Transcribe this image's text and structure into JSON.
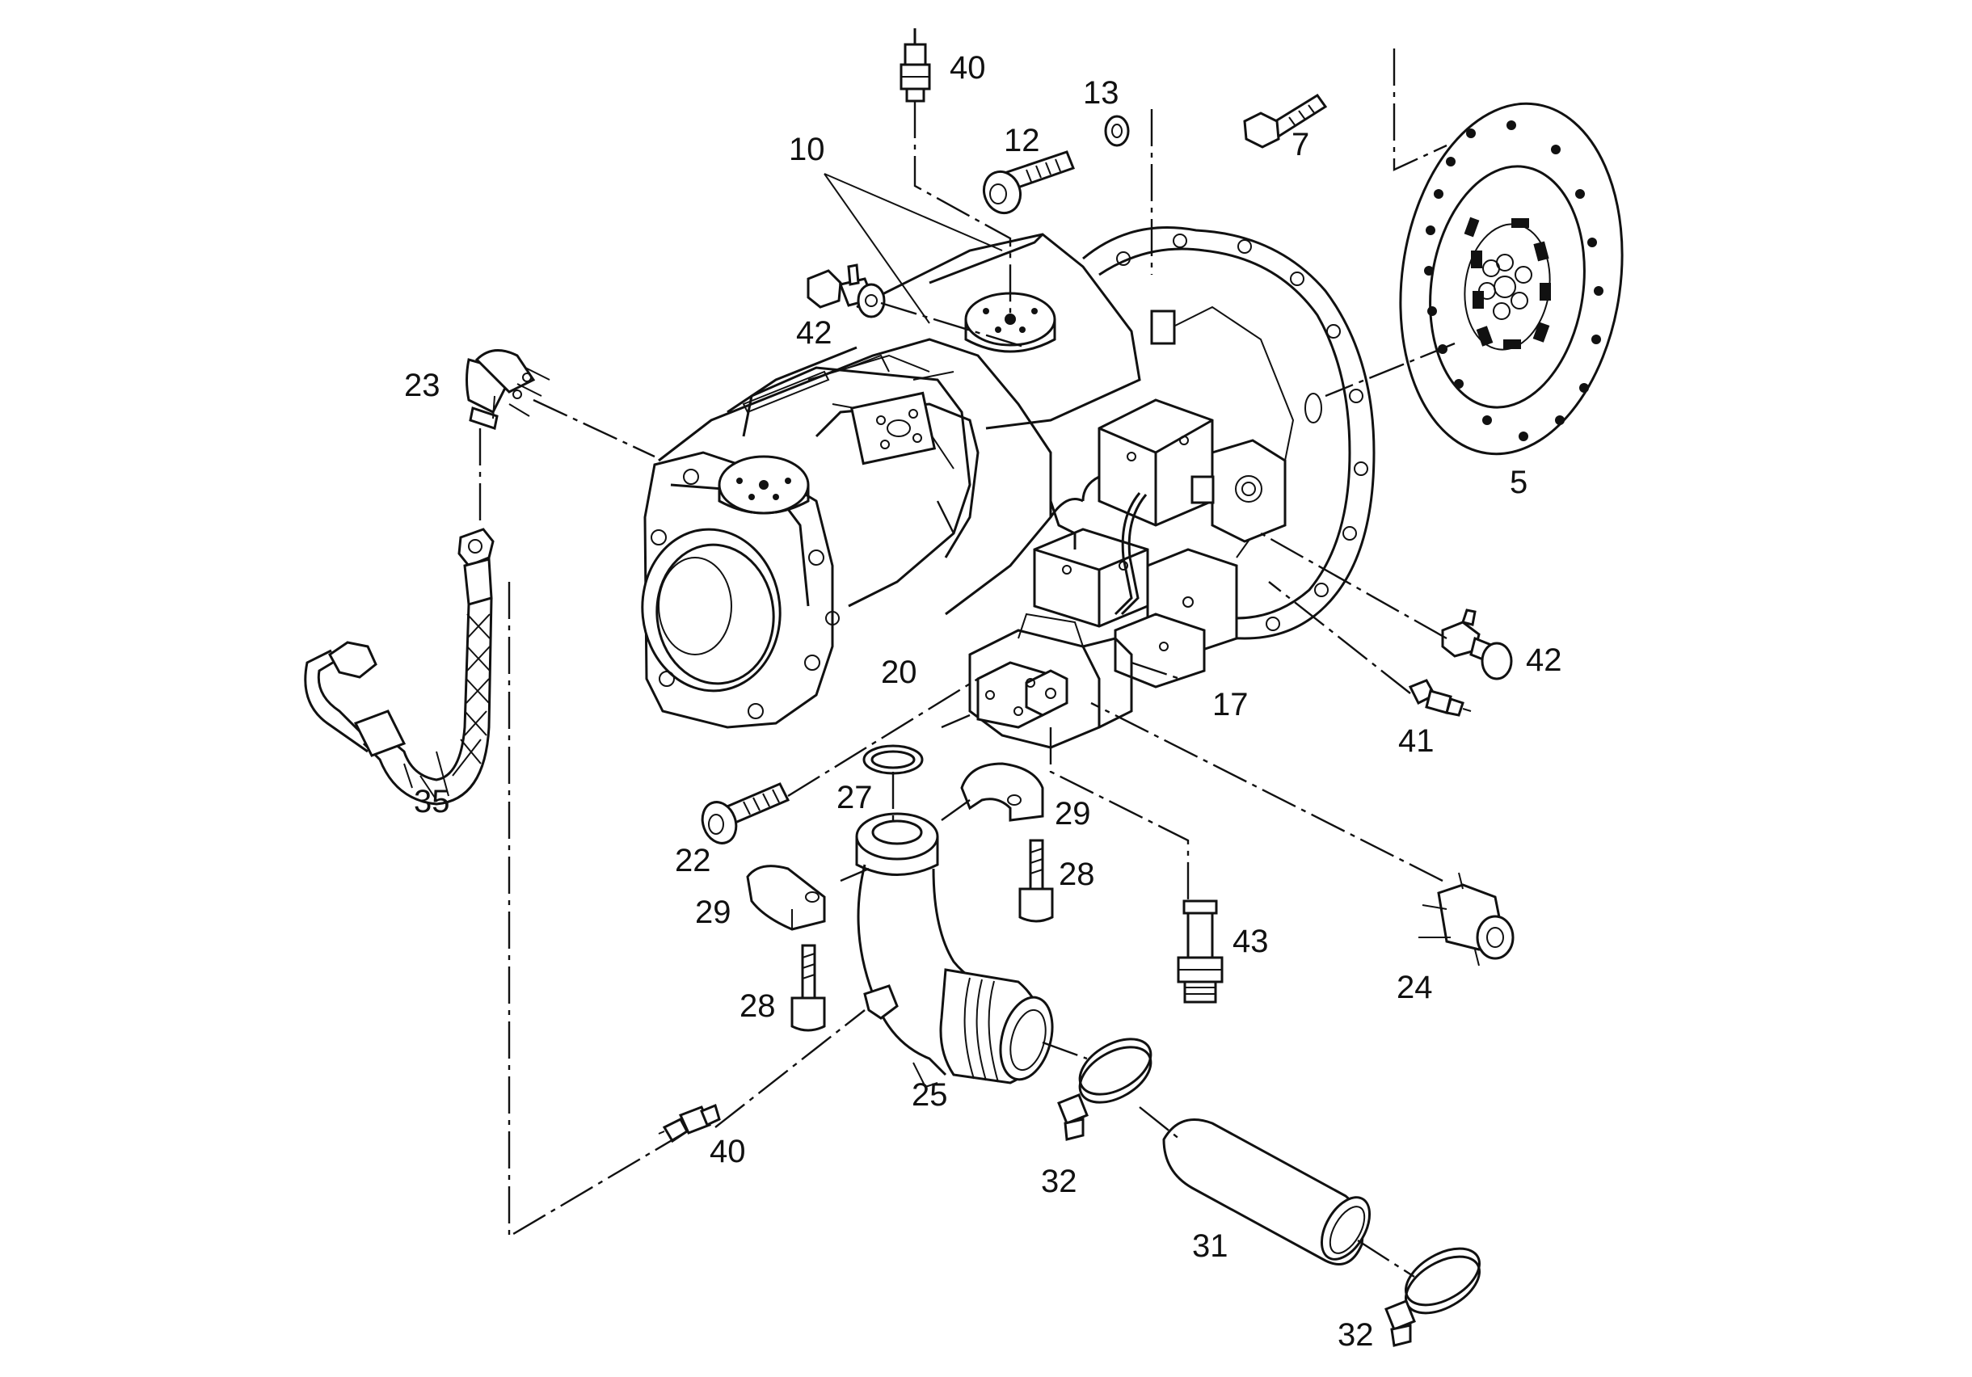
{
  "diagram": {
    "callouts": [
      {
        "id": "c40a",
        "text": "40"
      },
      {
        "id": "c13",
        "text": "13"
      },
      {
        "id": "c7",
        "text": "7"
      },
      {
        "id": "c10",
        "text": "10"
      },
      {
        "id": "c12",
        "text": "12"
      },
      {
        "id": "c42a",
        "text": "42"
      },
      {
        "id": "c23",
        "text": "23"
      },
      {
        "id": "c5",
        "text": "5"
      },
      {
        "id": "c42b",
        "text": "42"
      },
      {
        "id": "c20",
        "text": "20"
      },
      {
        "id": "c17",
        "text": "17"
      },
      {
        "id": "c41",
        "text": "41"
      },
      {
        "id": "c35",
        "text": "35"
      },
      {
        "id": "c27",
        "text": "27"
      },
      {
        "id": "c29a",
        "text": "29"
      },
      {
        "id": "c22",
        "text": "22"
      },
      {
        "id": "c28a",
        "text": "28"
      },
      {
        "id": "c29b",
        "text": "29"
      },
      {
        "id": "c43",
        "text": "43"
      },
      {
        "id": "c24",
        "text": "24"
      },
      {
        "id": "c28b",
        "text": "28"
      },
      {
        "id": "c25",
        "text": "25"
      },
      {
        "id": "c40b",
        "text": "40"
      },
      {
        "id": "c32a",
        "text": "32"
      },
      {
        "id": "c31",
        "text": "31"
      },
      {
        "id": "c32b",
        "text": "32"
      }
    ]
  }
}
